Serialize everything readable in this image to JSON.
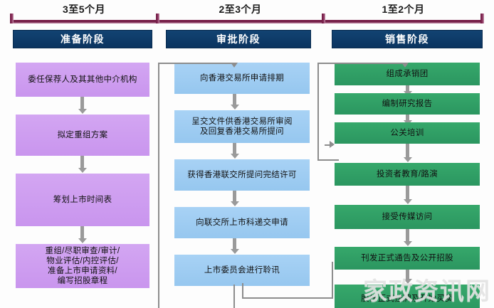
{
  "timeline": {
    "segments": [
      {
        "label": "3至5个月"
      },
      {
        "label": "2至3个月"
      },
      {
        "label": "1至2个月"
      }
    ]
  },
  "columns": [
    {
      "id": "preparation",
      "header": "准备阶段",
      "nodes": [
        {
          "text": "委任保荐人及其其他中介机构"
        },
        {
          "text": "拟定重组方案"
        },
        {
          "text": "筹划上市时间表"
        },
        {
          "text": "重组/尽职审查/审计/\n物业评估/内控评估/\n准备上市申请资料/\n编写招股章程"
        }
      ]
    },
    {
      "id": "approval",
      "header": "审批阶段",
      "nodes": [
        {
          "text": "向香港交易所申请排期"
        },
        {
          "text": "呈交文件供香港交易所审阅\n及回复香港交易所提问"
        },
        {
          "text": "获得香港联交所提问完结许可"
        },
        {
          "text": "向联交所上市科递交申请"
        },
        {
          "text": "上市委员会进行聆讯"
        }
      ]
    },
    {
      "id": "sales",
      "header": "销售阶段",
      "nodes": [
        {
          "text": "组成承销团"
        },
        {
          "text": "编制研究报告"
        },
        {
          "text": "公关培训"
        },
        {
          "text": "投资者教育/路演"
        },
        {
          "text": "接受传媒访问"
        },
        {
          "text": "刊发正式通告及公开招股"
        },
        {
          "text": "股份正式挂牌及开始买卖"
        }
      ]
    }
  ],
  "watermark": "家政资讯网",
  "colors": {
    "header_navy": "#0d3b66",
    "prep_purple": "#cf9ef0",
    "approval_blue": "#9fcdf2",
    "sales_green": "#2f9e63",
    "ruler_maroon": "#6d1740",
    "connector_gray": "#8d8d8d"
  }
}
